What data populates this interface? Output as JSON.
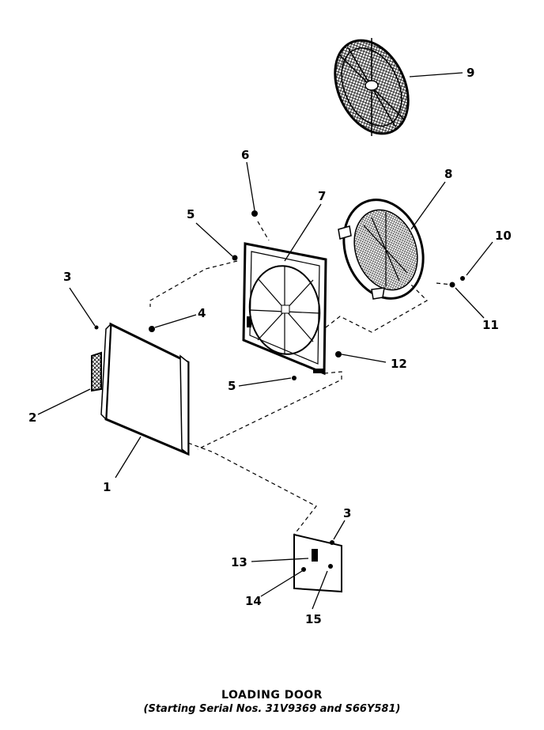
{
  "diagram": {
    "title": "LOADING DOOR",
    "subtitle": "(Starting Serial Nos. 31V9369 and S66Y581)",
    "callouts": {
      "c1": "1",
      "c2": "2",
      "c3a": "3",
      "c3b": "3",
      "c4": "4",
      "c5a": "5",
      "c5b": "5",
      "c6": "6",
      "c7": "7",
      "c8": "8",
      "c9": "9",
      "c10": "10",
      "c11": "11",
      "c12": "12",
      "c13": "13",
      "c14": "14",
      "c15": "15"
    }
  }
}
